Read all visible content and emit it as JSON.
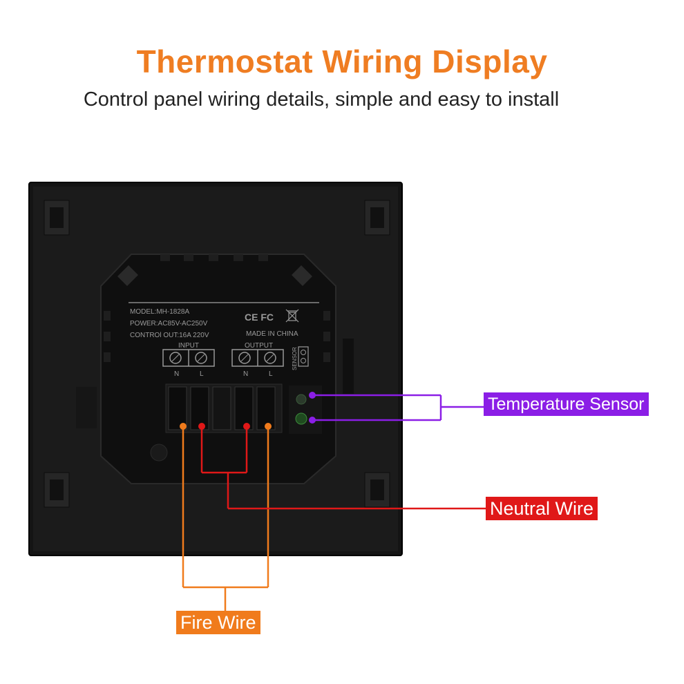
{
  "header": {
    "title": "Thermostat Wiring Display",
    "subtitle": "Control panel wiring details, simple and easy to install"
  },
  "device": {
    "model": "MODEL:MH-1828A",
    "power": "POWER:AC85V-AC250V",
    "control_out": "CONTROl OUT:16A 220V",
    "certifications": "CE FC",
    "origin": "MADE IN CHINA",
    "input_label": "INPUT",
    "output_label": "OUTPUT",
    "sensor_label": "SENSOR",
    "terminal_n": "N",
    "terminal_l": "L"
  },
  "callouts": {
    "temperature_sensor": "Temperature Sensor",
    "neutral_wire": "Neutral Wire",
    "fire_wire": "Fire Wire"
  },
  "colors": {
    "title": "#ef7d22",
    "temperature_sensor": "#8b1ee6",
    "neutral_wire": "#e01818",
    "fire_wire": "#f07b1c",
    "panel": "#141414"
  }
}
